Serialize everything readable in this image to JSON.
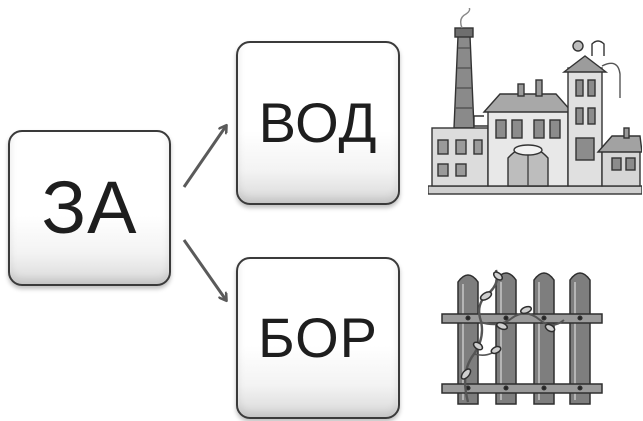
{
  "syllable": "ЗА",
  "words": [
    {
      "label": "ВОД",
      "picture": "factory-icon"
    },
    {
      "label": "БОР",
      "picture": "fence-icon"
    }
  ],
  "colors": {
    "ink": "#1e1e1e",
    "border": "#3a3a3a",
    "arrow": "#5a5a5a",
    "fill_light": "#d8d8d8",
    "fill_dark": "#777777"
  }
}
